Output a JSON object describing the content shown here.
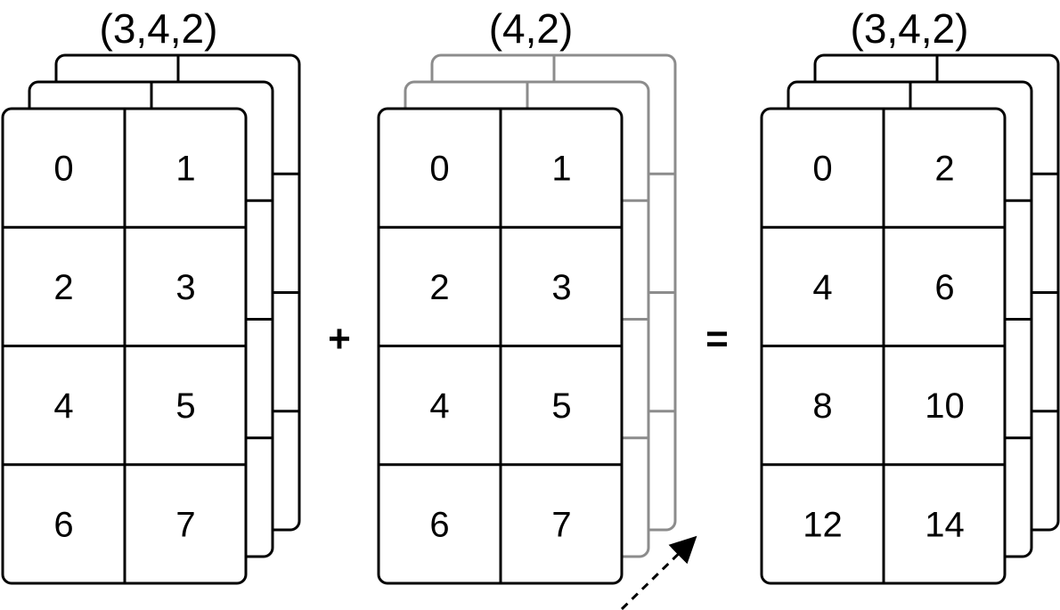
{
  "arrays": [
    {
      "id": "left",
      "shape_label": "(3,4,2)",
      "stack_color": "#000000",
      "values": [
        [
          "0",
          "1"
        ],
        [
          "2",
          "3"
        ],
        [
          "4",
          "5"
        ],
        [
          "6",
          "7"
        ]
      ]
    },
    {
      "id": "middle",
      "shape_label": "(4,2)",
      "stack_color": "#8c8c8c",
      "values": [
        [
          "0",
          "1"
        ],
        [
          "2",
          "3"
        ],
        [
          "4",
          "5"
        ],
        [
          "6",
          "7"
        ]
      ]
    },
    {
      "id": "right",
      "shape_label": "(3,4,2)",
      "stack_color": "#000000",
      "values": [
        [
          "0",
          "2"
        ],
        [
          "4",
          "6"
        ],
        [
          "8",
          "10"
        ],
        [
          "12",
          "14"
        ]
      ]
    }
  ],
  "operators": {
    "plus": "+",
    "equals": "="
  },
  "broadcast_arrow": {
    "style": "dashed",
    "color": "#000000"
  }
}
